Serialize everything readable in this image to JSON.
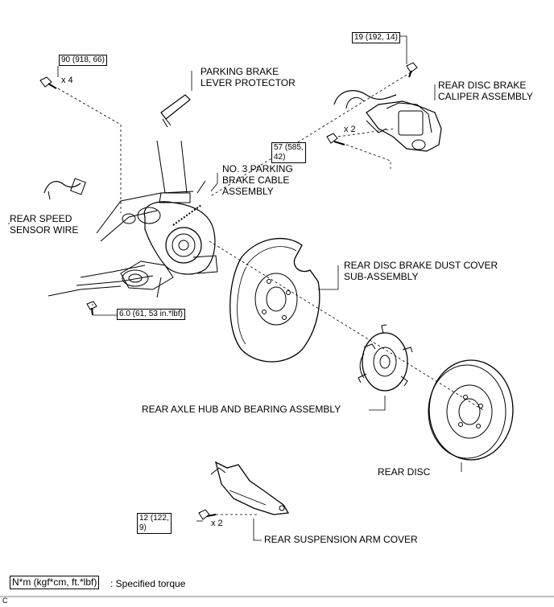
{
  "torques": {
    "t90": "90 (918, 66)",
    "t19": "19 (192, 14)",
    "t57": "57 (585,\n42)",
    "t6": "6.0 (61, 53 in.*lbf)",
    "t12": "12 (122,\n9)"
  },
  "multipliers": {
    "x4": "x 4",
    "x2_caliper": "x 2",
    "x2_cover": "x 2"
  },
  "labels": {
    "parking_protector": "PARKING BRAKE\nLEVER PROTECTOR",
    "caliper": "REAR DISC BRAKE\nCALIPER ASSEMBLY",
    "cable": "NO. 3 PARKING\nBRAKE CABLE\nASSEMBLY",
    "speed_sensor": "REAR SPEED\nSENSOR WIRE",
    "dust_cover": "REAR DISC BRAKE DUST COVER\nSUB-ASSEMBLY",
    "hub": "REAR AXLE HUB AND BEARING ASSEMBLY",
    "disc": "REAR DISC",
    "arm_cover": "REAR SUSPENSION ARM COVER"
  },
  "legend": {
    "unit_box": "N*m (kgf*cm, ft.*lbf)",
    "text": ": Specified torque"
  },
  "figure_code": "C"
}
